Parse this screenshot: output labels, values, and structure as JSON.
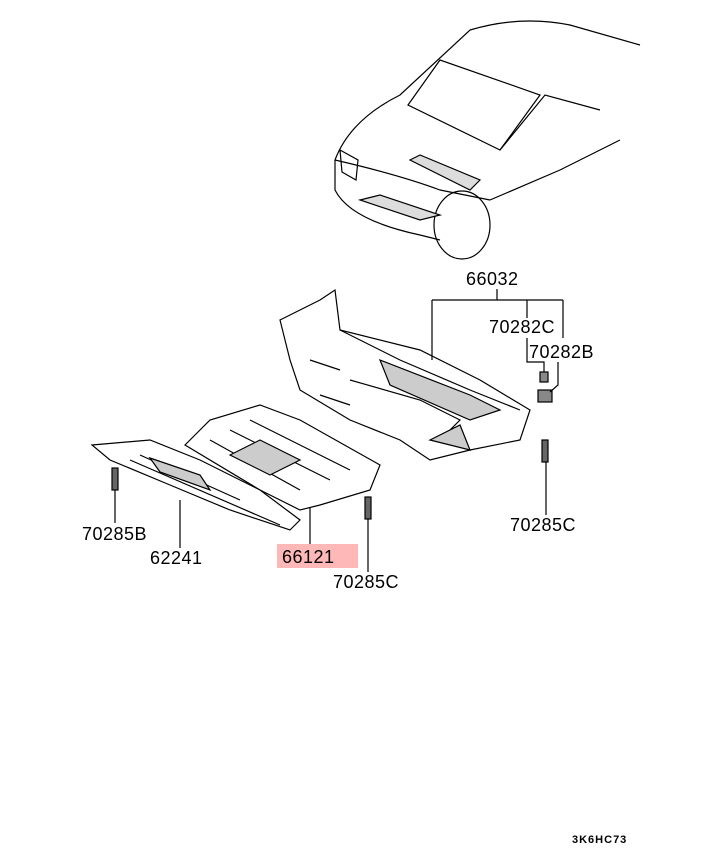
{
  "labels": {
    "p66032": "66032",
    "p70282C": "70282C",
    "p70282B": "70282B",
    "p70285C_right": "70285C",
    "p70285B": "70285B",
    "p62241": "62241",
    "p66121": "66121",
    "p70285C_bottom": "70285C"
  },
  "highlight_color": "#ffb8b8",
  "diagram_code": "3K6HC73"
}
